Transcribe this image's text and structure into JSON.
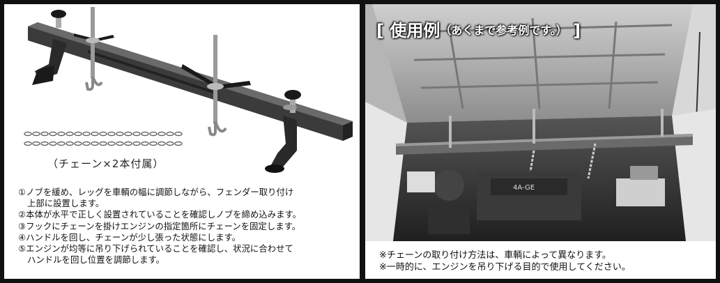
{
  "left_panel": {
    "chain_caption": "（チェーン×2本付属）",
    "steps": [
      {
        "line1": "①ノブを緩め、レッグを車輌の幅に調節しながら、フェンダー取り付け",
        "line2": "上部に設置します。"
      },
      {
        "line1": "②本体が水平で正しく設置されていることを確認しノブを締め込みます。",
        "line2": ""
      },
      {
        "line1": "③フックにチェーンを掛けエンジンの指定箇所にチェーンを固定します。",
        "line2": ""
      },
      {
        "line1": "④ハンドルを回し、チェーンが少し張った状態にします。",
        "line2": ""
      },
      {
        "line1": "⑤エンジンが均等に吊り下げられていることを確認し、状況に合わせて",
        "line2": "ハンドルを回し位置を調節します。"
      }
    ]
  },
  "right_panel": {
    "title_main": "[ 使用例",
    "title_sub": "（あくまで参考例です。）",
    "title_close": " ]",
    "engine_label": "4A-GE",
    "notes": [
      "※チェーンの取り付け方法は、車輌によって異なります。",
      "※一時的に、エンジンを吊り下げる目的で使用してください。"
    ]
  },
  "colors": {
    "frame": "#111111",
    "beam": "#3a3a3a",
    "text": "#111111"
  }
}
